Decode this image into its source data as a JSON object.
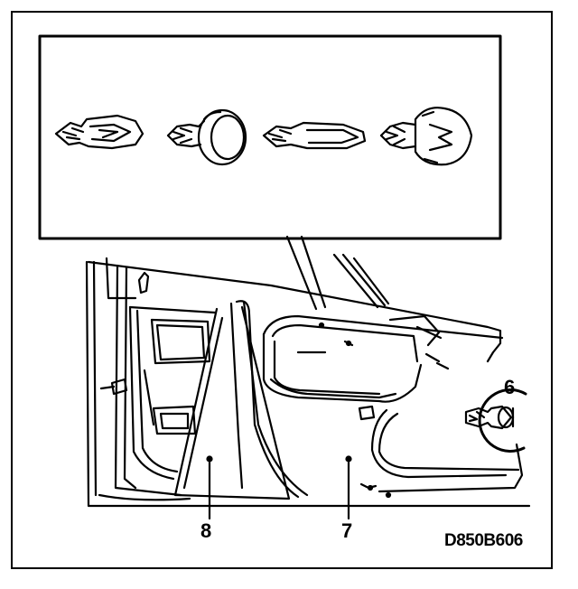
{
  "diagram": {
    "callouts": {
      "fastener_6": "6",
      "panel_7": "7",
      "seal_8": "8"
    },
    "reference_code": "D850B606",
    "inset_items": [
      "plastic-clip-icon",
      "push-rivet-icon",
      "plastic-clip-icon",
      "expanding-fastener-icon"
    ],
    "line_color": "#000000",
    "background_color": "#ffffff"
  }
}
